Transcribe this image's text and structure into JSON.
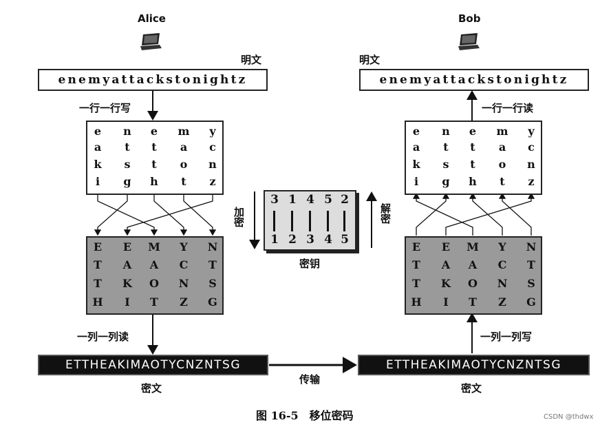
{
  "alice": {
    "name": "Alice",
    "plaintext_label": "明文",
    "plaintext": "enemyattackstonightz",
    "write_label": "一行一行写",
    "read_label": "一列一列读",
    "ciphertext": "ETTHEAKIMAOTYCNZNTSG",
    "ciphertext_label": "密文"
  },
  "bob": {
    "name": "Bob",
    "plaintext_label": "明文",
    "plaintext": "enemyattackstonightz",
    "read_label": "一行一行读",
    "write_label": "一列一列写",
    "ciphertext": "ETTHEAKIMAOTYCNZNTSG",
    "ciphertext_label": "密文"
  },
  "plain_grid": [
    [
      "e",
      "n",
      "e",
      "m",
      "y"
    ],
    [
      "a",
      "t",
      "t",
      "a",
      "c"
    ],
    [
      "k",
      "s",
      "t",
      "o",
      "n"
    ],
    [
      "i",
      "g",
      "h",
      "t",
      "z"
    ]
  ],
  "cipher_grid": [
    [
      "E",
      "E",
      "M",
      "Y",
      "N"
    ],
    [
      "T",
      "A",
      "A",
      "C",
      "T"
    ],
    [
      "T",
      "K",
      "O",
      "N",
      "S"
    ],
    [
      "H",
      "I",
      "T",
      "Z",
      "G"
    ]
  ],
  "key": {
    "top": [
      "3",
      "1",
      "4",
      "5",
      "2"
    ],
    "bottom": [
      "1",
      "2",
      "3",
      "4",
      "5"
    ],
    "label": "密钥",
    "encrypt_label": "加密",
    "decrypt_label": "解密"
  },
  "transmit_label": "传输",
  "caption": "图 16-5　移位密码",
  "watermark": "CSDN @thdwx"
}
